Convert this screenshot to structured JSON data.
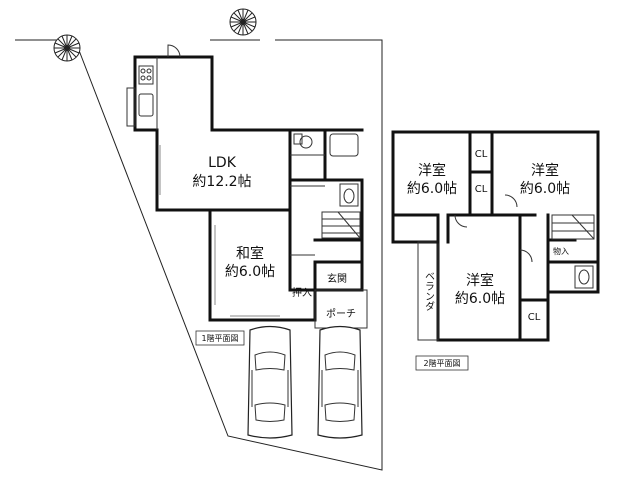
{
  "floor1": {
    "caption": "1階平面図",
    "rooms": {
      "ldk_name": "LDK",
      "ldk_size": "約12.2帖",
      "washitsu_name": "和室",
      "washitsu_size": "約6.0帖",
      "genkan": "玄関",
      "oshiire": "押入",
      "porch": "ポーチ"
    }
  },
  "floor2": {
    "caption": "2階平面図",
    "rooms": {
      "room1_name": "洋室",
      "room1_size": "約6.0帖",
      "room2_name": "洋室",
      "room2_size": "約6.0帖",
      "room3_name": "洋室",
      "room3_size": "約6.0帖",
      "cl1": "CL",
      "cl2": "CL",
      "cl3": "CL",
      "mono": "物入",
      "veranda": "ベランダ"
    }
  },
  "colors": {
    "wall": "#111111",
    "background": "#ffffff"
  },
  "icons": [
    "tree-icon",
    "car-icon",
    "sink-icon",
    "stove-icon",
    "toilet-icon",
    "bathtub-icon",
    "stairs-icon",
    "door-icon"
  ]
}
